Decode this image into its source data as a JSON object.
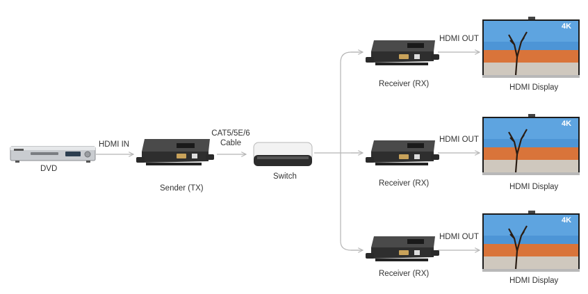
{
  "source": {
    "label": "DVD",
    "link_label": "HDMI IN"
  },
  "sender": {
    "label": "Sender (TX)"
  },
  "cable": {
    "line1": "CAT5/5E/6",
    "line2": "Cable"
  },
  "switch": {
    "label": "Switch"
  },
  "receivers": [
    {
      "label": "Receiver (RX)",
      "out_label": "HDMI OUT",
      "display_label": "HDMI Display",
      "badge": "4K"
    },
    {
      "label": "Receiver (RX)",
      "out_label": "HDMI OUT",
      "display_label": "HDMI Display",
      "badge": "4K"
    },
    {
      "label": "Receiver (RX)",
      "out_label": "HDMI OUT",
      "display_label": "HDMI Display",
      "badge": "4K"
    }
  ],
  "colors": {
    "line": "#b5b5b5",
    "device": "#3a3a3a",
    "sky": "#4d95d6",
    "sand": "#d9743a"
  }
}
